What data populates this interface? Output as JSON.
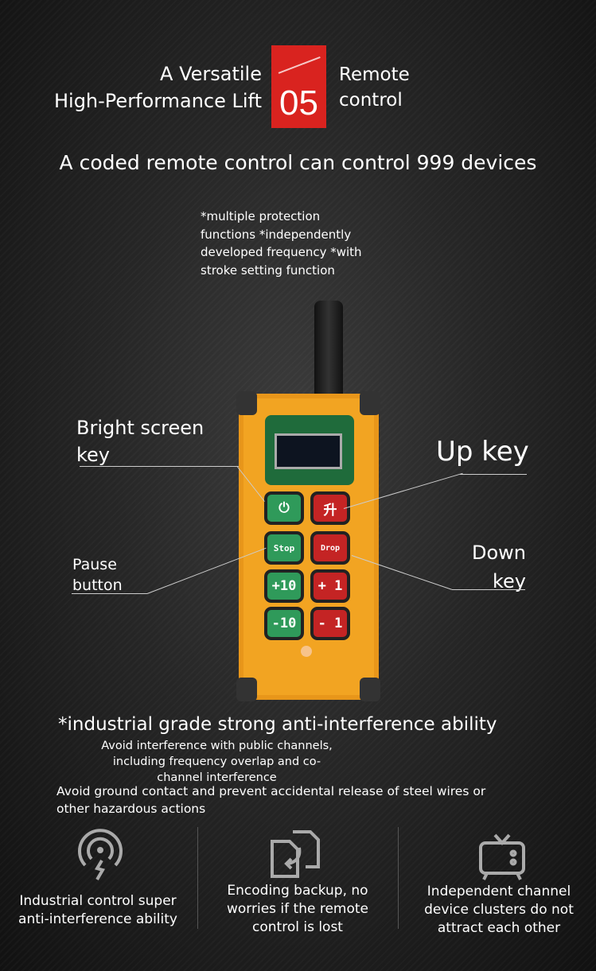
{
  "header": {
    "title_line1": "A Versatile",
    "title_line2": "High-Performance Lift",
    "badge_number": "05",
    "right_line1": "Remote",
    "right_line2": "control",
    "badge_color": "#d9231f"
  },
  "subtitle": "A coded remote control can control 999 devices",
  "features_note": [
    "*multiple protection",
    "functions *independently",
    "developed frequency *with",
    "stroke setting function"
  ],
  "callouts": {
    "bright_screen": [
      "Bright screen",
      "key"
    ],
    "up_key": "Up key",
    "pause": [
      "Pause",
      "button"
    ],
    "down": [
      "Down",
      "key"
    ]
  },
  "remote": {
    "keys": [
      {
        "label": "⏻",
        "color": "green"
      },
      {
        "label": "升",
        "color": "red"
      },
      {
        "label": "Stop",
        "color": "green"
      },
      {
        "label": "Drop",
        "color": "red"
      },
      {
        "label": "+10",
        "color": "green"
      },
      {
        "label": "+ 1",
        "color": "red"
      },
      {
        "label": "-10",
        "color": "green"
      },
      {
        "label": "- 1",
        "color": "red"
      }
    ]
  },
  "body": {
    "heading": "*industrial grade strong anti-interference ability",
    "para1": [
      "Avoid interference with public channels,",
      "including frequency overlap and co-",
      "channel interference"
    ],
    "para2": [
      "Avoid ground contact and prevent accidental release of steel wires or",
      "other hazardous actions"
    ]
  },
  "features": [
    {
      "icon": "signal-interference-icon",
      "text": [
        "Industrial control super",
        "anti-interference ability"
      ]
    },
    {
      "icon": "document-backup-icon",
      "text": [
        "Encoding backup, no",
        "worries if the remote",
        "control is lost"
      ]
    },
    {
      "icon": "tv-icon",
      "text": [
        "Independent channel",
        "device clusters do not",
        "attract each other"
      ]
    }
  ]
}
